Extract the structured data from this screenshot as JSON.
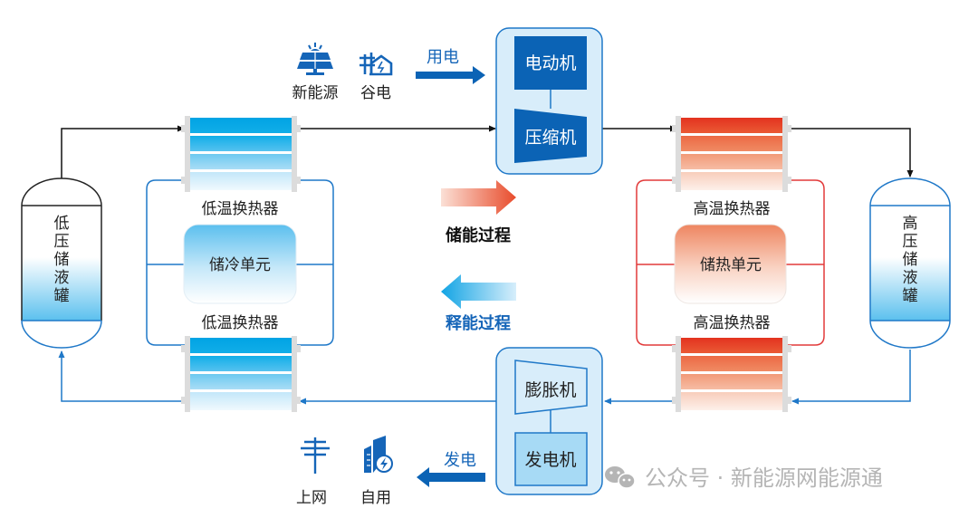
{
  "title": "液态空气/液态CO2储能系统流程示意",
  "colors": {
    "blue_dark": "#0b63b5",
    "blue_line": "#1f78c8",
    "red_line": "#e23a3a",
    "cold_top": "#00a6e6",
    "hot_top": "#e63a23",
    "unit_bg": "#d8edfa",
    "watermark": "#b5b5b5"
  },
  "inputs": {
    "new_energy": "新能源",
    "valley_power": "谷电",
    "use_power": "用电"
  },
  "outputs": {
    "grid": "上网",
    "self_use": "自用",
    "generate_power": "发电"
  },
  "charge_unit": {
    "motor": "电动机",
    "compressor": "压缩机"
  },
  "discharge_unit": {
    "expander": "膨胀机",
    "generator": "发电机"
  },
  "tanks": {
    "low": [
      "低",
      "压",
      "储",
      "液",
      "罐"
    ],
    "high": [
      "高",
      "压",
      "储",
      "液",
      "罐"
    ]
  },
  "cold_side": {
    "hx_top": "低温换热器",
    "hx_bottom": "低温换热器",
    "storage": "储冷单元"
  },
  "hot_side": {
    "hx_top": "高温换热器",
    "hx_bottom": "高温换热器",
    "storage": "储热单元"
  },
  "legend": {
    "charge_process": "储能过程",
    "discharge_process": "释能过程"
  },
  "watermark": "公众号 · 新能源网能源通"
}
